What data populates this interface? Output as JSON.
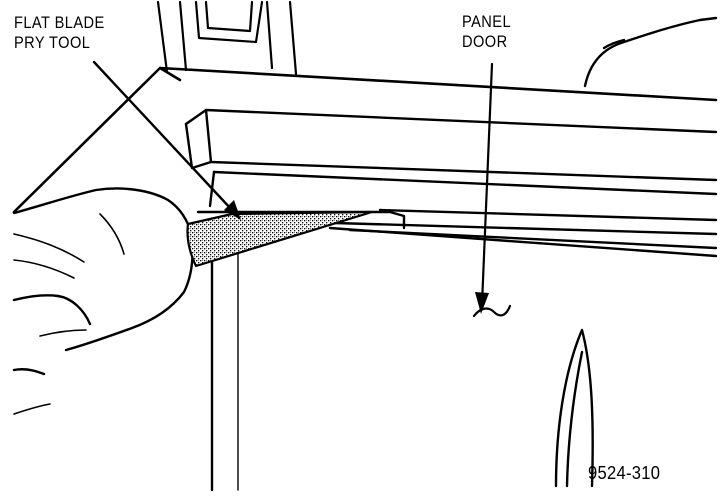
{
  "labels": {
    "pry_tool": [
      "FLAT BLADE",
      "PRY TOOL"
    ],
    "panel_door": [
      "PANEL",
      "DOOR"
    ]
  },
  "figure_id": "9524-310",
  "colors": {
    "line": "#000000",
    "background": "#ffffff",
    "tool_fill": "#9a9a9a"
  }
}
